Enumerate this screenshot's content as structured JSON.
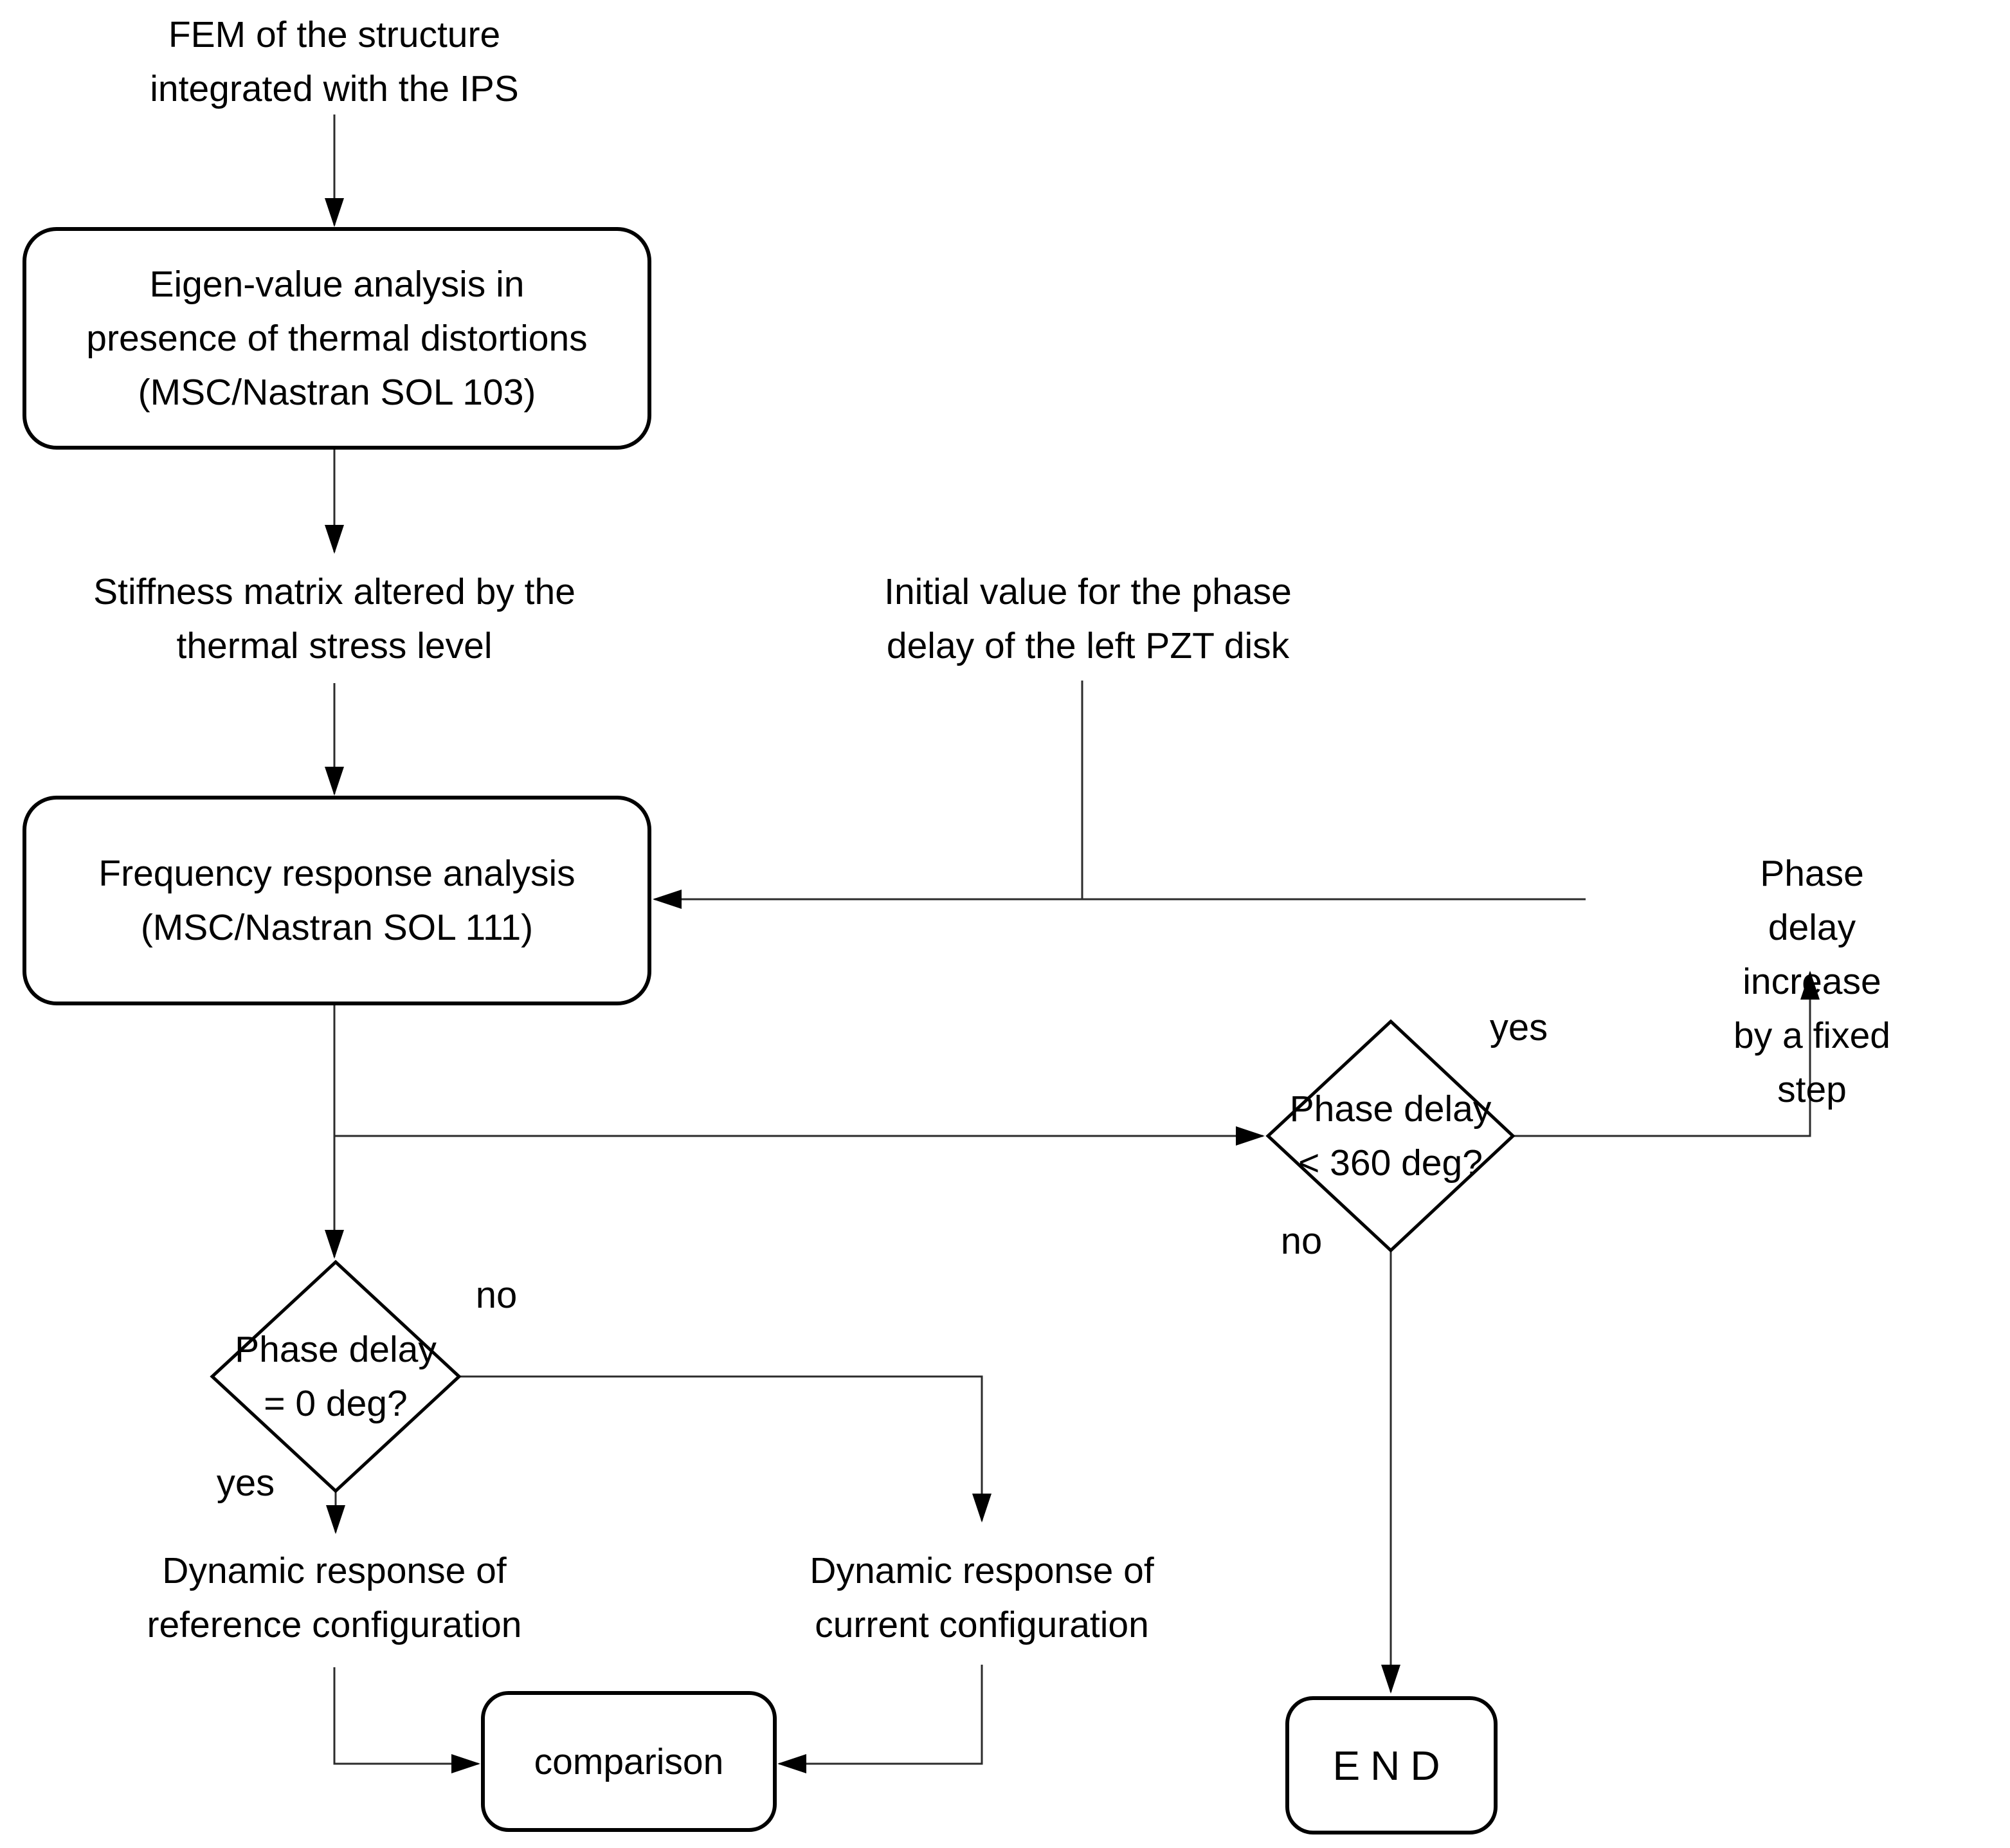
{
  "diagram": {
    "title": "Simulation loop flowchart",
    "colors": {
      "background": "#ffffff",
      "shape_stroke": "#000000",
      "wire_stroke": "#2b2b2b",
      "text": "#000000"
    },
    "nodes": {
      "fem_label": {
        "text": "FEM of the structure\nintegrated with the IPS"
      },
      "eigen_box": {
        "text": "Eigen-value analysis in\npresence of thermal distortions\n(MSC/Nastran SOL 103)"
      },
      "stiffness_label": {
        "text": "Stiffness matrix altered by the\nthermal stress level"
      },
      "initial_label": {
        "text": "Initial value for the phase\ndelay of the left PZT disk"
      },
      "freq_box": {
        "text": "Frequency response analysis\n(MSC/Nastran SOL 111)"
      },
      "phase_increase_label": {
        "text": "Phase delay increase\nby a fixed step"
      },
      "decision_360": {
        "text": "Phase delay\n< 360 deg?",
        "yes_label": "yes",
        "no_label": "no"
      },
      "decision_0": {
        "text": "Phase delay\n= 0 deg?",
        "yes_label": "yes",
        "no_label": "no"
      },
      "ref_label": {
        "text": "Dynamic response of\nreference configuration"
      },
      "cur_label": {
        "text": "Dynamic response of\ncurrent configuration"
      },
      "comparison_box": {
        "text": "comparison"
      },
      "end_box": {
        "text": "END"
      }
    }
  }
}
